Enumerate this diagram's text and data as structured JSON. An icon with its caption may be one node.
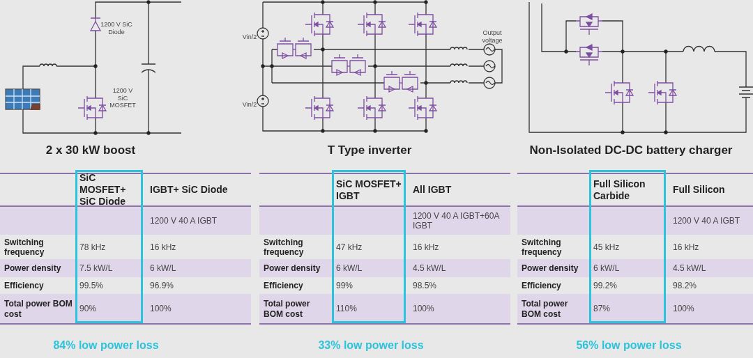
{
  "diagram": {
    "labels": [
      "1200 V SiC Diode",
      "1200 V SiC MOSFET",
      "2 x 30 kW boost",
      "SiC MOSFET+ SiC Diode",
      "IGBT+ SiC Diode",
      "1200 V 40 A IGBT",
      "Switching frequency",
      "78 kHz",
      "16 kHz",
      "Power density",
      "7.5 kW/L",
      "6 kW/L",
      "Efficiency",
      "99.5%",
      "96.9%",
      "Total power BOM cost",
      "90%",
      "100%",
      "84% low power loss",
      "Vin/2",
      "Output voltage",
      "Vin/2",
      "T Type inverter",
      "SiC MOSFET+ IGBT",
      "All IGBT",
      "1200 V 40 A IGBT+60A IGBT",
      "Switching frequency",
      "47 kHz",
      "16 kHz",
      "Power density",
      "6 kW/L",
      "4.5 kW/L",
      "Efficiency",
      "99%",
      "98.5%",
      "Total power BOM cost",
      "110%",
      "100%",
      "33% low power loss",
      "Non-Isolated DC-DC battery charger",
      "Full Silicon Carbide",
      "Full Silicon",
      "1200 V 40 A IGBT",
      "Switching frequency",
      "45 kHz",
      "16 kHz",
      "Power density",
      "6 kW/L",
      "4.5 kW/L",
      "Efficiency",
      "99.2%",
      "98.2%",
      "Total power BOM cost",
      "87%",
      "100%",
      "56% low power loss"
    ]
  }
}
